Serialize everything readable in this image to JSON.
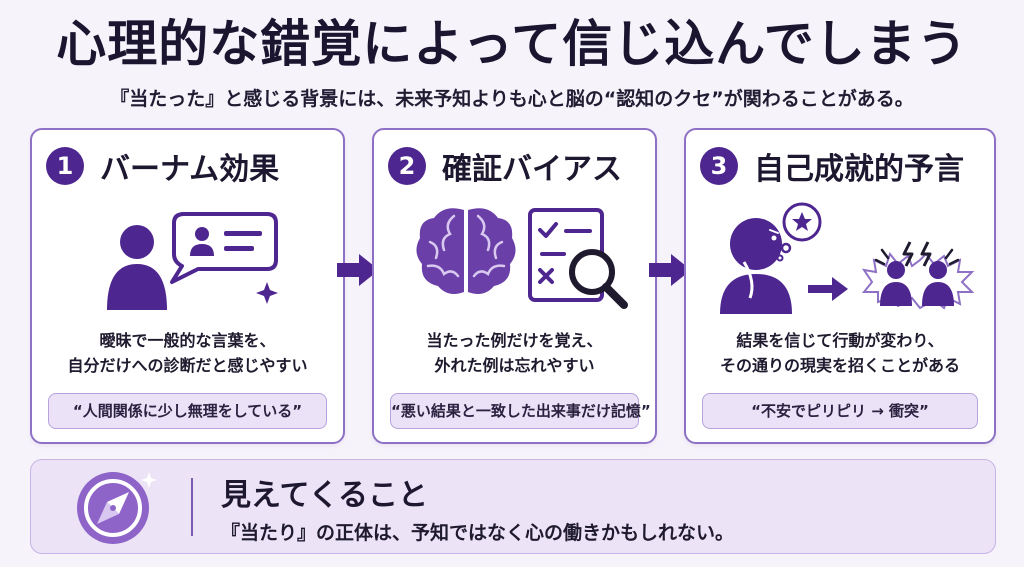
{
  "header": {
    "title": "心理的な錯覚によって信じ込んでしまう",
    "subtitle": "『当たった』と感じる背景には、未来予知よりも心と脳の“認知のクセ”が関わることがある。"
  },
  "cards": [
    {
      "number": "1",
      "title": "バーナム効果",
      "desc_lines": [
        "曖昧で一般的な言葉を、",
        "自分だけへの診断だと感じやすい"
      ],
      "example": "“人間関係に少し無理をしている”"
    },
    {
      "number": "2",
      "title": "確証バイアス",
      "desc_lines": [
        "当たった例だけを覚え、",
        "外れた例は忘れやすい"
      ],
      "example": "“悪い結果と一致した出来事だけ記憶”"
    },
    {
      "number": "3",
      "title": "自己成就的予言",
      "desc_lines": [
        "結果を信じて行動が変わり、",
        "その通りの現実を招くことがある"
      ],
      "example": "“不安でピリピリ → 衝突”"
    }
  ],
  "bottom": {
    "title": "見えてくること",
    "text": "『当たり』の正体は、予知ではなく心の働きかもしれない。"
  },
  "icons": {
    "card1": "person-speech-bubble-icon",
    "card2a": "brain-icon",
    "card2b": "checklist-magnifier-icon",
    "card3a": "worried-person-icon",
    "card3b": "conflict-people-icon",
    "bottom": "compass-icon"
  },
  "colors": {
    "accent": "#4e2690",
    "border": "#8e70c4",
    "example_bg": "#ebe2f7",
    "bottom_bg": "#ece3f7"
  }
}
